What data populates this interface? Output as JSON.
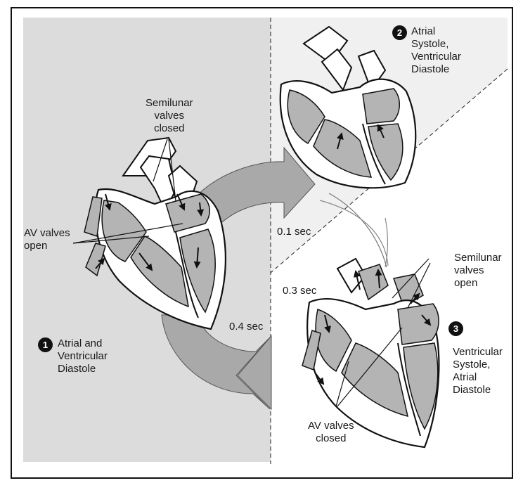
{
  "stages": [
    {
      "number": "1",
      "label": "Atrial and\nVentricular\nDiastole"
    },
    {
      "number": "2",
      "label": "Atrial\nSystole,\nVentricular\nDiastole"
    },
    {
      "number": "3",
      "label": "Ventricular\nSystole,\nAtrial\nDiastole"
    }
  ],
  "callouts": {
    "semilunar_closed": "Semilunar\nvalves\nclosed",
    "av_open": "AV valves\nopen",
    "semilunar_open": "Semilunar\nvalves\nopen",
    "av_closed": "AV valves\nclosed"
  },
  "timings": {
    "t1": "0.1 sec",
    "t3": "0.3 sec",
    "t4": "0.4 sec"
  },
  "colors": {
    "diastole_panel": "#dcdcdc",
    "atrial_panel": "#f0f0f0",
    "blood": "#b4b4b4",
    "arrow_band": "#a9a9a9",
    "outline": "#111111"
  }
}
